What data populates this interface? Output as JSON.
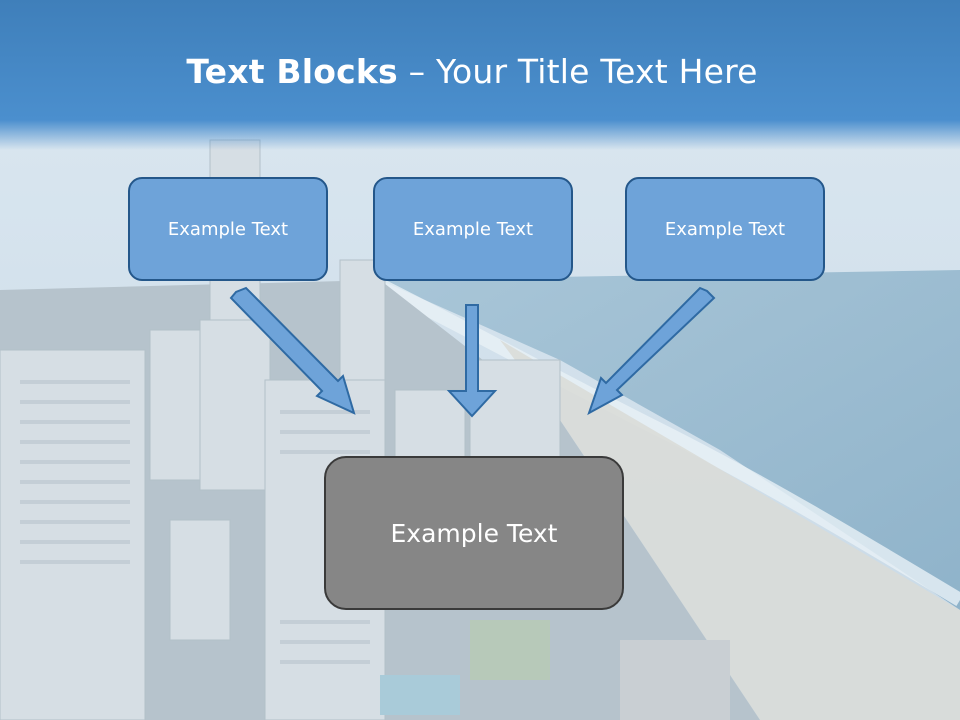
{
  "title": {
    "bold": "Text Blocks",
    "regular": "– Your Title Text Here"
  },
  "boxes": {
    "left": "Example Text",
    "center": "Example Text",
    "right": "Example Text",
    "bottom": "Example Text"
  },
  "colors": {
    "title_band": "#4589c8",
    "small_box_fill": "#6ea3d9",
    "small_box_border": "#24578a",
    "big_box_fill": "#868686",
    "big_box_border": "#3a3a3a",
    "arrow_fill": "#6ea3d9"
  }
}
